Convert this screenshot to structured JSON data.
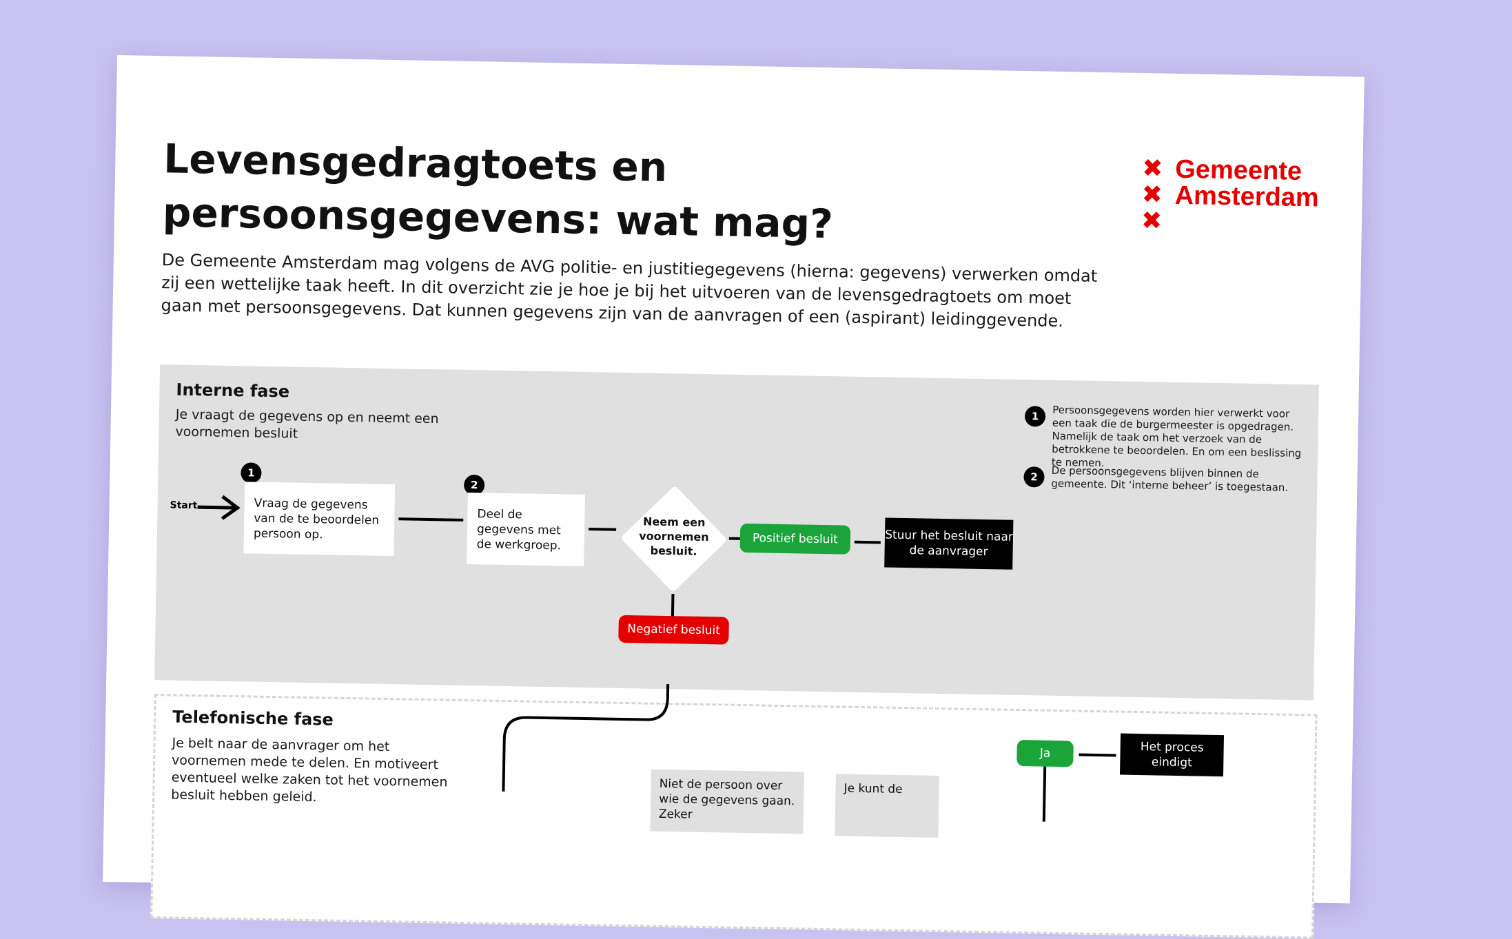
{
  "title": {
    "line1": "Levensgedragtoets en",
    "line2": "persoonsgegevens: wat mag?"
  },
  "intro": "De Gemeente Amsterdam mag volgens de AVG politie- en justitiegegevens (hierna: gegevens) verwerken omdat zij een wettelijke taak heeft. In dit overzicht zie je hoe je bij het uitvoeren van de levensgedragtoets om moet gaan met persoonsgegevens. Dat kunnen gegevens zijn van de aanvragen of een (aspirant) leidinggevende.",
  "logo": {
    "line1": "Gemeente",
    "line2": "Amsterdam",
    "cross": "✖",
    "color": "#e50000"
  },
  "interne_fase": {
    "title": "Interne fase",
    "subtitle": "Je vraagt de gegevens op en neemt een voornemen besluit",
    "start_label": "Start",
    "step1": {
      "number": "1",
      "text": "Vraag de gegevens van de te beoordelen persoon op."
    },
    "step2": {
      "number": "2",
      "text": "Deel de gegevens met de werkgroep."
    },
    "decision": "Neem een voornemen besluit.",
    "positive": "Positief besluit",
    "negative": "Negatief besluit",
    "send": "Stuur het besluit naar de aanvrager",
    "notes": [
      {
        "number": "1",
        "text": "Persoonsgegevens worden hier verwerkt voor een taak die de burgermeester is opgedragen. Namelijk de taak om het verzoek van de betrokkene te beoordelen. En om een beslissing te nemen."
      },
      {
        "number": "2",
        "text": "De persoonsgegevens blijven binnen de gemeente. Dit ‘interne beheer’ is toegestaan."
      }
    ]
  },
  "telefonische_fase": {
    "title": "Telefonische fase",
    "subtitle": "Je belt naar de aanvrager om het voornemen mede te delen. En motiveert eventueel welke zaken tot het voornemen besluit  hebben geleid.",
    "box1": "Niet de persoon over wie de gegevens gaan. Zeker",
    "box2": "Je kunt de",
    "yes": "Ja",
    "end": "Het proces eindigt"
  },
  "colors": {
    "positive": "#1aa43a",
    "negative": "#e50000",
    "background": "#c8c2f0",
    "phase_bg": "#e0e0e0"
  }
}
